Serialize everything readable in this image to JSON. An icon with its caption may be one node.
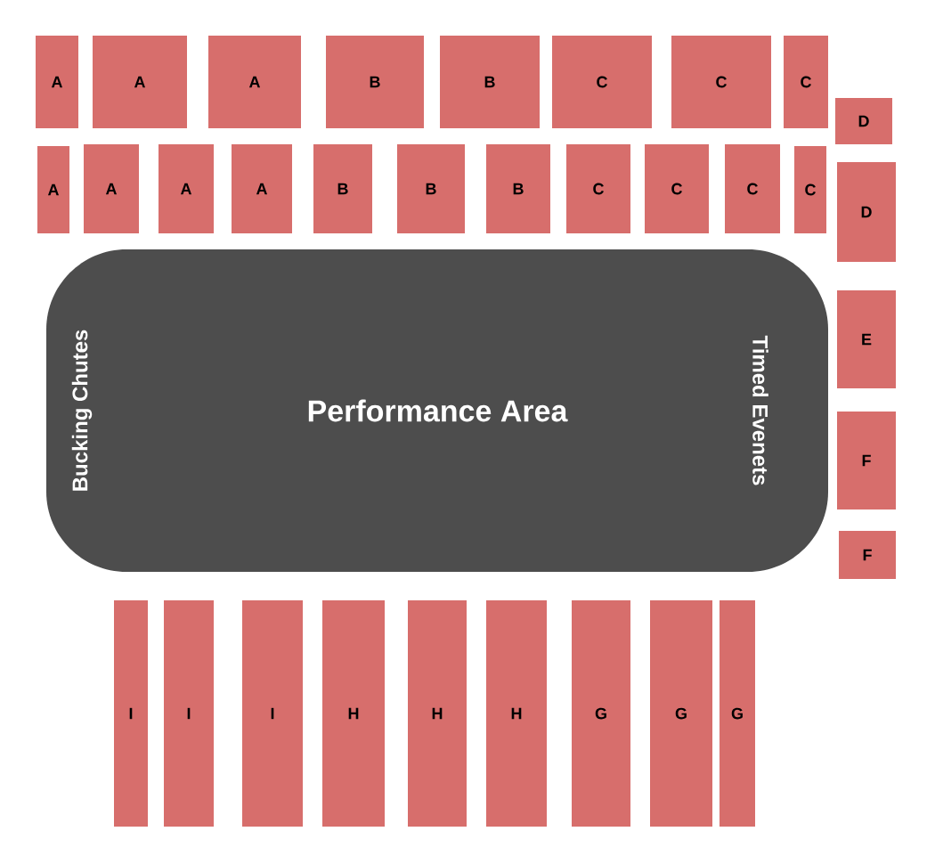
{
  "diagram": {
    "nodes": [
      {
        "text": [
          "A"
        ]
      },
      {
        "text": [
          "A"
        ]
      },
      {
        "text": [
          "A"
        ]
      },
      {
        "text": [
          "B"
        ]
      },
      {
        "text": [
          "B"
        ]
      },
      {
        "text": [
          "C"
        ]
      },
      {
        "text": [
          "C"
        ]
      },
      {
        "text": [
          "C"
        ]
      },
      {
        "text": [
          "D"
        ]
      },
      {
        "text": [
          "A"
        ]
      },
      {
        "text": [
          "A"
        ]
      },
      {
        "text": [
          "A"
        ]
      },
      {
        "text": [
          "A"
        ]
      },
      {
        "text": [
          "B"
        ]
      },
      {
        "text": [
          "B"
        ]
      },
      {
        "text": [
          "B"
        ]
      },
      {
        "text": [
          "C"
        ]
      },
      {
        "text": [
          "C"
        ]
      },
      {
        "text": [
          "C"
        ]
      },
      {
        "text": [
          "C"
        ]
      },
      {
        "text": [
          "D"
        ]
      },
      {
        "text": [
          "Bucking Chutes",
          "Performance Area",
          "Timed Evenets"
        ]
      },
      {
        "text": [
          "E"
        ]
      },
      {
        "text": [
          "F"
        ]
      },
      {
        "text": [
          "F"
        ]
      },
      {
        "text": [
          "I"
        ]
      },
      {
        "text": [
          "I"
        ]
      },
      {
        "text": [
          "I"
        ]
      },
      {
        "text": [
          "H"
        ]
      },
      {
        "text": [
          "H"
        ]
      },
      {
        "text": [
          "H"
        ]
      },
      {
        "text": [
          "G"
        ]
      },
      {
        "text": [
          "G"
        ]
      },
      {
        "text": [
          "G"
        ]
      }
    ]
  }
}
